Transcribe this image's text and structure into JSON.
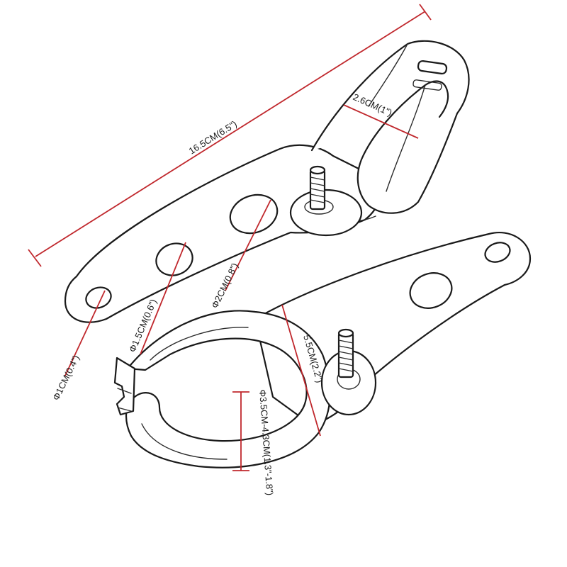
{
  "diagram": {
    "dimensions": {
      "overall_length": "16.5CM(6.5\")",
      "band_width": "2.6CM(1\")",
      "hole_small": "Φ1CM(0.4\")",
      "hole_medium": "Φ1.5CM(0.6\")",
      "hole_large": "Φ2CM(0.8\")",
      "clamp_width": "5.5CM(2.2\")",
      "clamp_diameter": "Φ3.5CM-4.3CM(1.3\"-1.8\")"
    },
    "colors": {
      "dimension_line": "#c0282d",
      "outline": "#1a1a1a"
    }
  }
}
